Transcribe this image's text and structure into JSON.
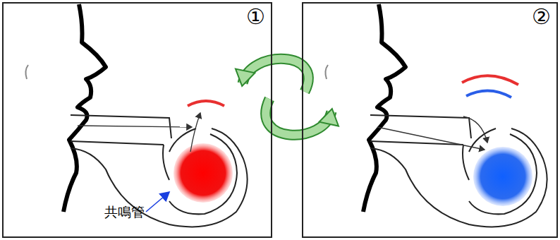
{
  "diagram": {
    "nodes": [
      {
        "text": [
          "①"
        ]
      },
      {
        "text": [
          "②"
        ]
      }
    ],
    "edges": [
      {
        "from": 1,
        "to": 0,
        "arrow": "to"
      },
      {
        "from": 0,
        "to": 1,
        "arrow": "to"
      }
    ],
    "labels": [
      "共鳴管"
    ]
  }
}
